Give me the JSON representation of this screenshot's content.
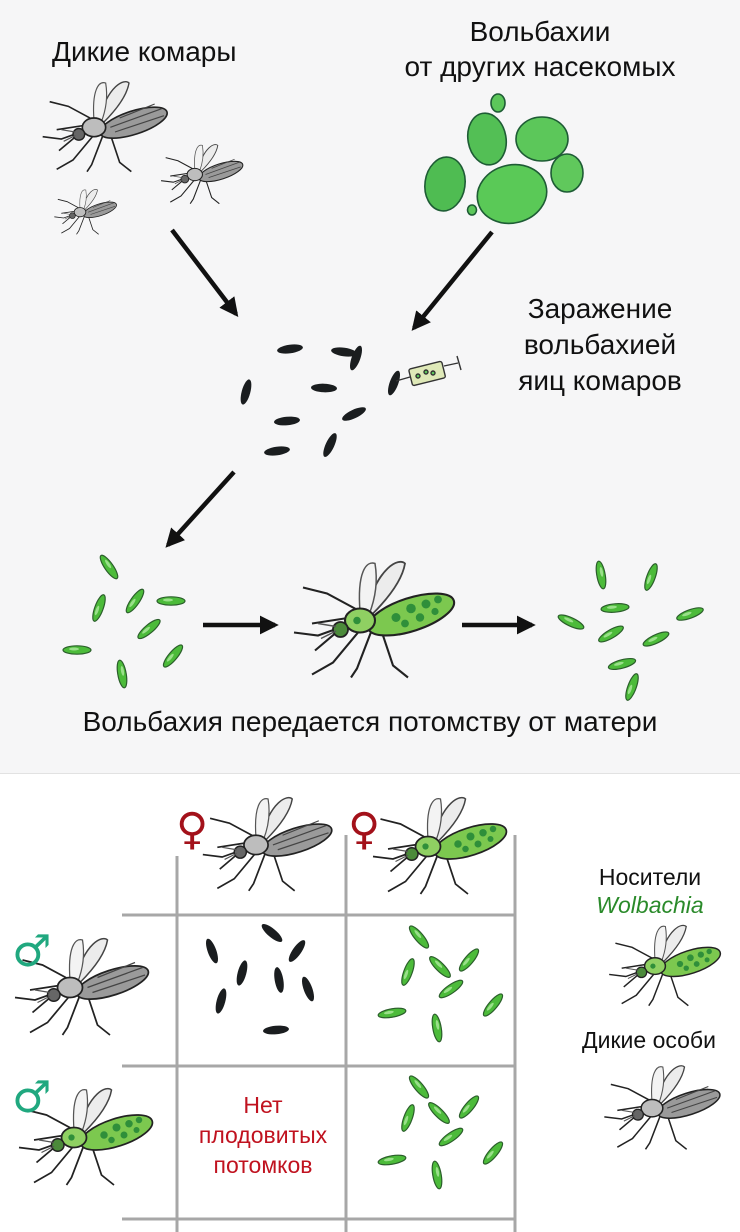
{
  "labels": {
    "wild_mosquitoes": "Дикие комары",
    "wolbachia_line1": "Вольбахии",
    "wolbachia_line2": "от других насекомых",
    "infection_line1": "Заражение",
    "infection_line2": "вольбахией",
    "infection_line3": "яиц комаров",
    "maternal_transmission": "Вольбахия передается потомству от матери",
    "carriers_line1": "Носители",
    "carriers_line2": "Wolbachia",
    "wild_individuals": "Дикие особи",
    "no_offspring_line1": "Нет",
    "no_offspring_line2": "плодовитых",
    "no_offspring_line3": "потомков"
  },
  "symbols": {
    "female": "♀",
    "male": "♂"
  },
  "colors": {
    "egg_black": "#1a1d1f",
    "egg_green": "#4cbb3a",
    "bacteria_green": "#5cc75a",
    "female_symbol": "#a3111a",
    "male_symbol": "#20a87f",
    "no_offspring_text": "#c0121f",
    "wolbachia_text": "#2a8a2a"
  }
}
